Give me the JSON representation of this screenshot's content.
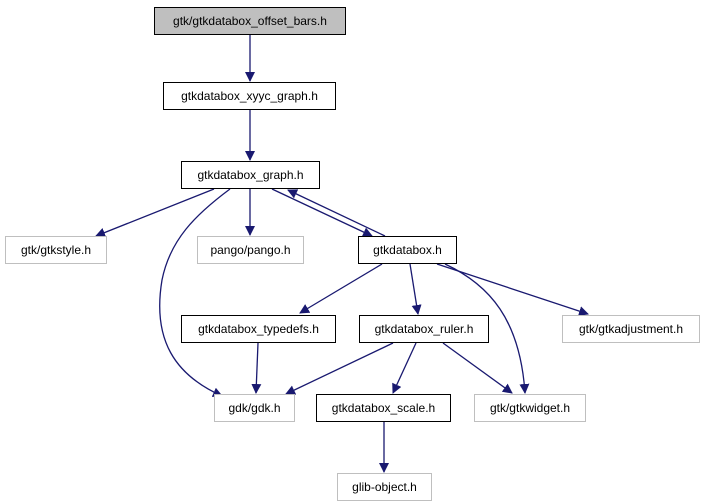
{
  "diagram": {
    "type": "include-dependency-graph",
    "edge_color": "#191970",
    "nodes": [
      {
        "id": "offset_bars",
        "label": "gtk/gtkdatabox_offset_bars.h",
        "kind": "root"
      },
      {
        "id": "xyyc_graph",
        "label": "gtkdatabox_xyyc_graph.h",
        "kind": "documented"
      },
      {
        "id": "graph",
        "label": "gtkdatabox_graph.h",
        "kind": "documented"
      },
      {
        "id": "gtkstyle",
        "label": "gtk/gtkstyle.h",
        "kind": "external"
      },
      {
        "id": "pango",
        "label": "pango/pango.h",
        "kind": "external"
      },
      {
        "id": "gtkdatabox",
        "label": "gtkdatabox.h",
        "kind": "documented"
      },
      {
        "id": "typedefs",
        "label": "gtkdatabox_typedefs.h",
        "kind": "documented"
      },
      {
        "id": "ruler",
        "label": "gtkdatabox_ruler.h",
        "kind": "documented"
      },
      {
        "id": "gtkadjustment",
        "label": "gtk/gtkadjustment.h",
        "kind": "external"
      },
      {
        "id": "gdk",
        "label": "gdk/gdk.h",
        "kind": "external"
      },
      {
        "id": "scale",
        "label": "gtkdatabox_scale.h",
        "kind": "documented"
      },
      {
        "id": "gtkwidget",
        "label": "gtk/gtkwidget.h",
        "kind": "external"
      },
      {
        "id": "glib_object",
        "label": "glib-object.h",
        "kind": "external"
      }
    ],
    "edges": [
      {
        "from": "offset_bars",
        "to": "xyyc_graph"
      },
      {
        "from": "xyyc_graph",
        "to": "graph"
      },
      {
        "from": "graph",
        "to": "gtkstyle"
      },
      {
        "from": "graph",
        "to": "pango"
      },
      {
        "from": "graph",
        "to": "gtkdatabox"
      },
      {
        "from": "graph",
        "to": "gdk"
      },
      {
        "from": "gtkdatabox",
        "to": "graph"
      },
      {
        "from": "gtkdatabox",
        "to": "typedefs"
      },
      {
        "from": "gtkdatabox",
        "to": "ruler"
      },
      {
        "from": "gtkdatabox",
        "to": "gtkadjustment"
      },
      {
        "from": "gtkdatabox",
        "to": "gtkwidget"
      },
      {
        "from": "typedefs",
        "to": "gdk"
      },
      {
        "from": "ruler",
        "to": "gdk"
      },
      {
        "from": "ruler",
        "to": "scale"
      },
      {
        "from": "ruler",
        "to": "gtkwidget"
      },
      {
        "from": "scale",
        "to": "glib_object"
      }
    ]
  }
}
